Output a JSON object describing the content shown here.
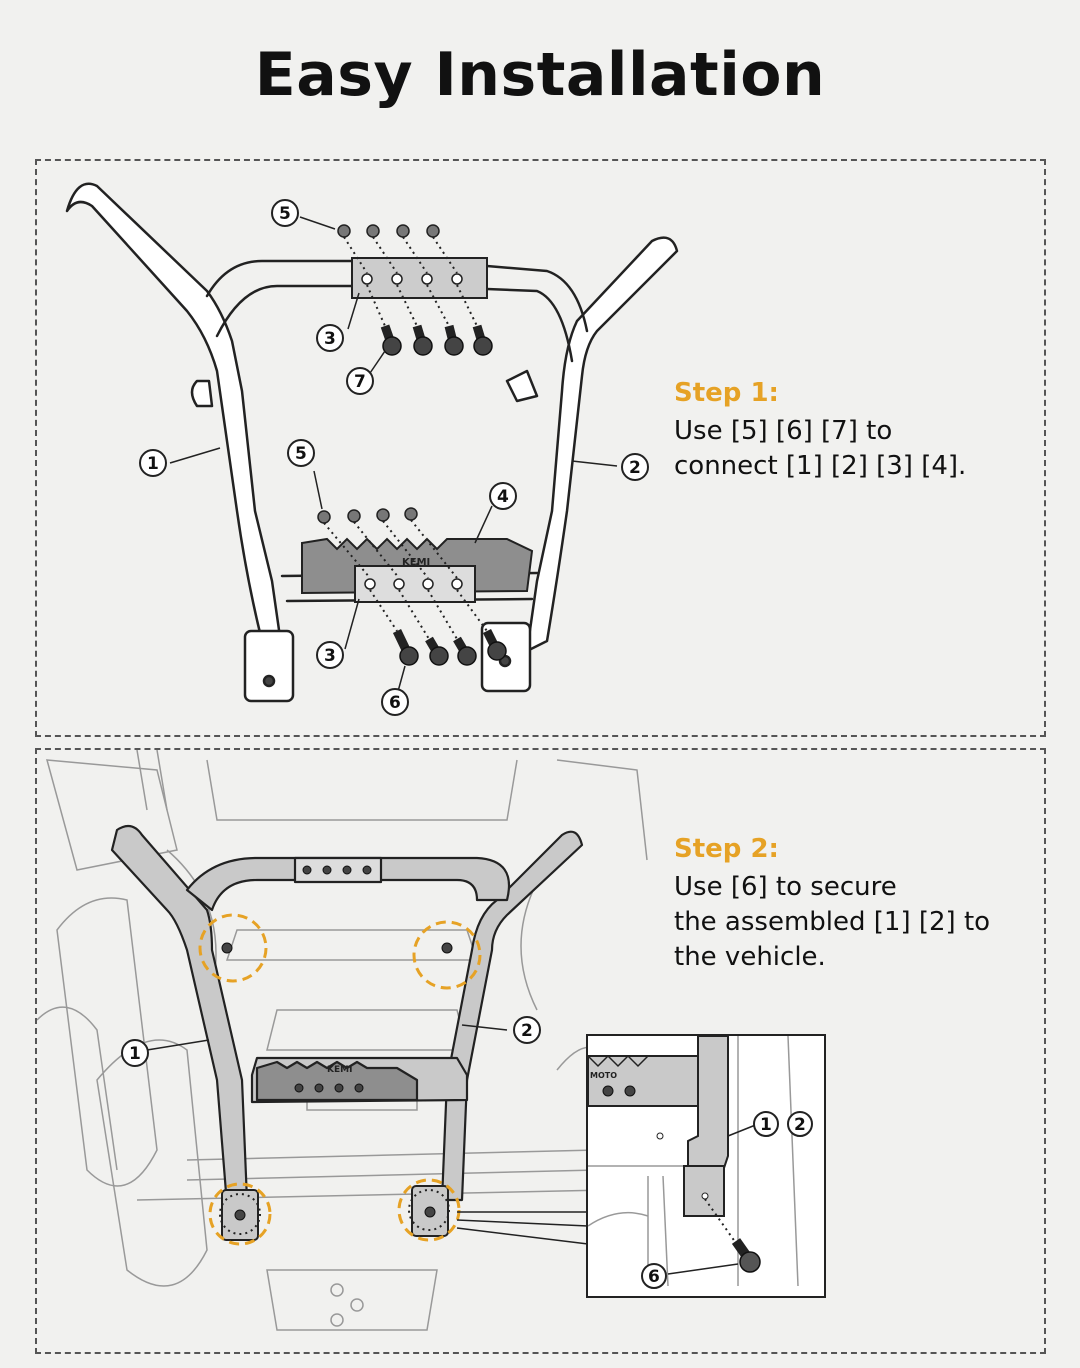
{
  "title": "Easy Installation",
  "colors": {
    "accent": "#e6a225",
    "line": "#222222",
    "part_fill": "#c9c9c9",
    "plate_fill": "#8a8a8a"
  },
  "step1": {
    "title": "Step 1:",
    "text": "Use [5] [6] [7] to\nconnect [1] [2] [3] [4]."
  },
  "step2": {
    "title": "Step 2:",
    "text": "Use [6] to secure\nthe assembled [1] [2] to\nthe vehicle."
  },
  "callouts": {
    "c1": "1",
    "c2": "2",
    "c3": "3",
    "c4": "4",
    "c5": "5",
    "c6": "6",
    "c7": "7"
  },
  "brand": "KEMI",
  "brand2": "MOTO"
}
